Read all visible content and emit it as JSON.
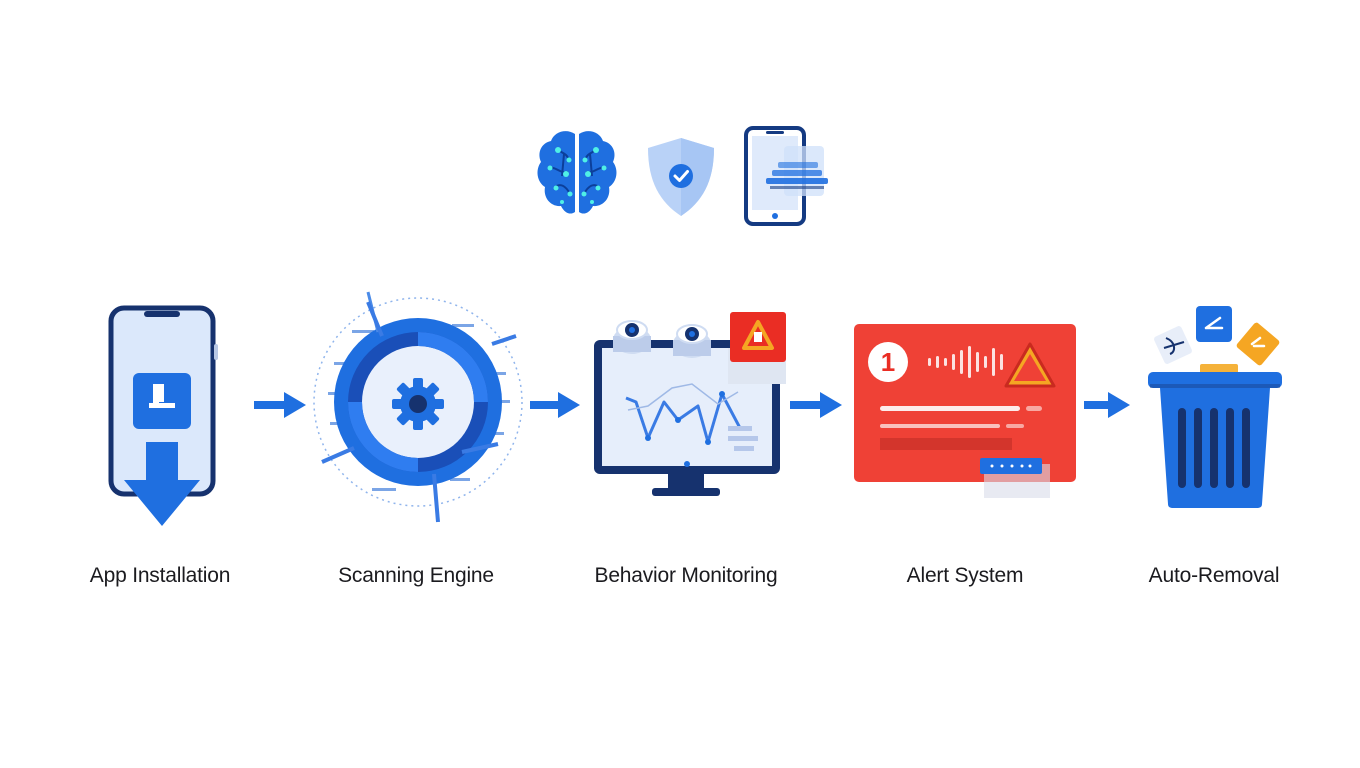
{
  "steps": [
    {
      "label": "App Installation",
      "icon": "phone-download-icon"
    },
    {
      "label": "Scanning Engine",
      "icon": "scanning-gear-icon"
    },
    {
      "label": "Behavior Monitoring",
      "icon": "monitor-chart-icon"
    },
    {
      "label": "Alert System",
      "icon": "alert-panel-icon"
    },
    {
      "label": "Auto-Removal",
      "icon": "trash-bin-icon"
    }
  ],
  "top_icons": [
    "brain-icon",
    "shield-check-icon",
    "phone-layers-icon"
  ],
  "alert_badge_number": "1",
  "colors": {
    "primary_blue": "#1a73e8",
    "dark_navy": "#16326e",
    "light_blue": "#dbe8fb",
    "alert_red": "#ef4136",
    "warning_orange": "#f5a623"
  }
}
